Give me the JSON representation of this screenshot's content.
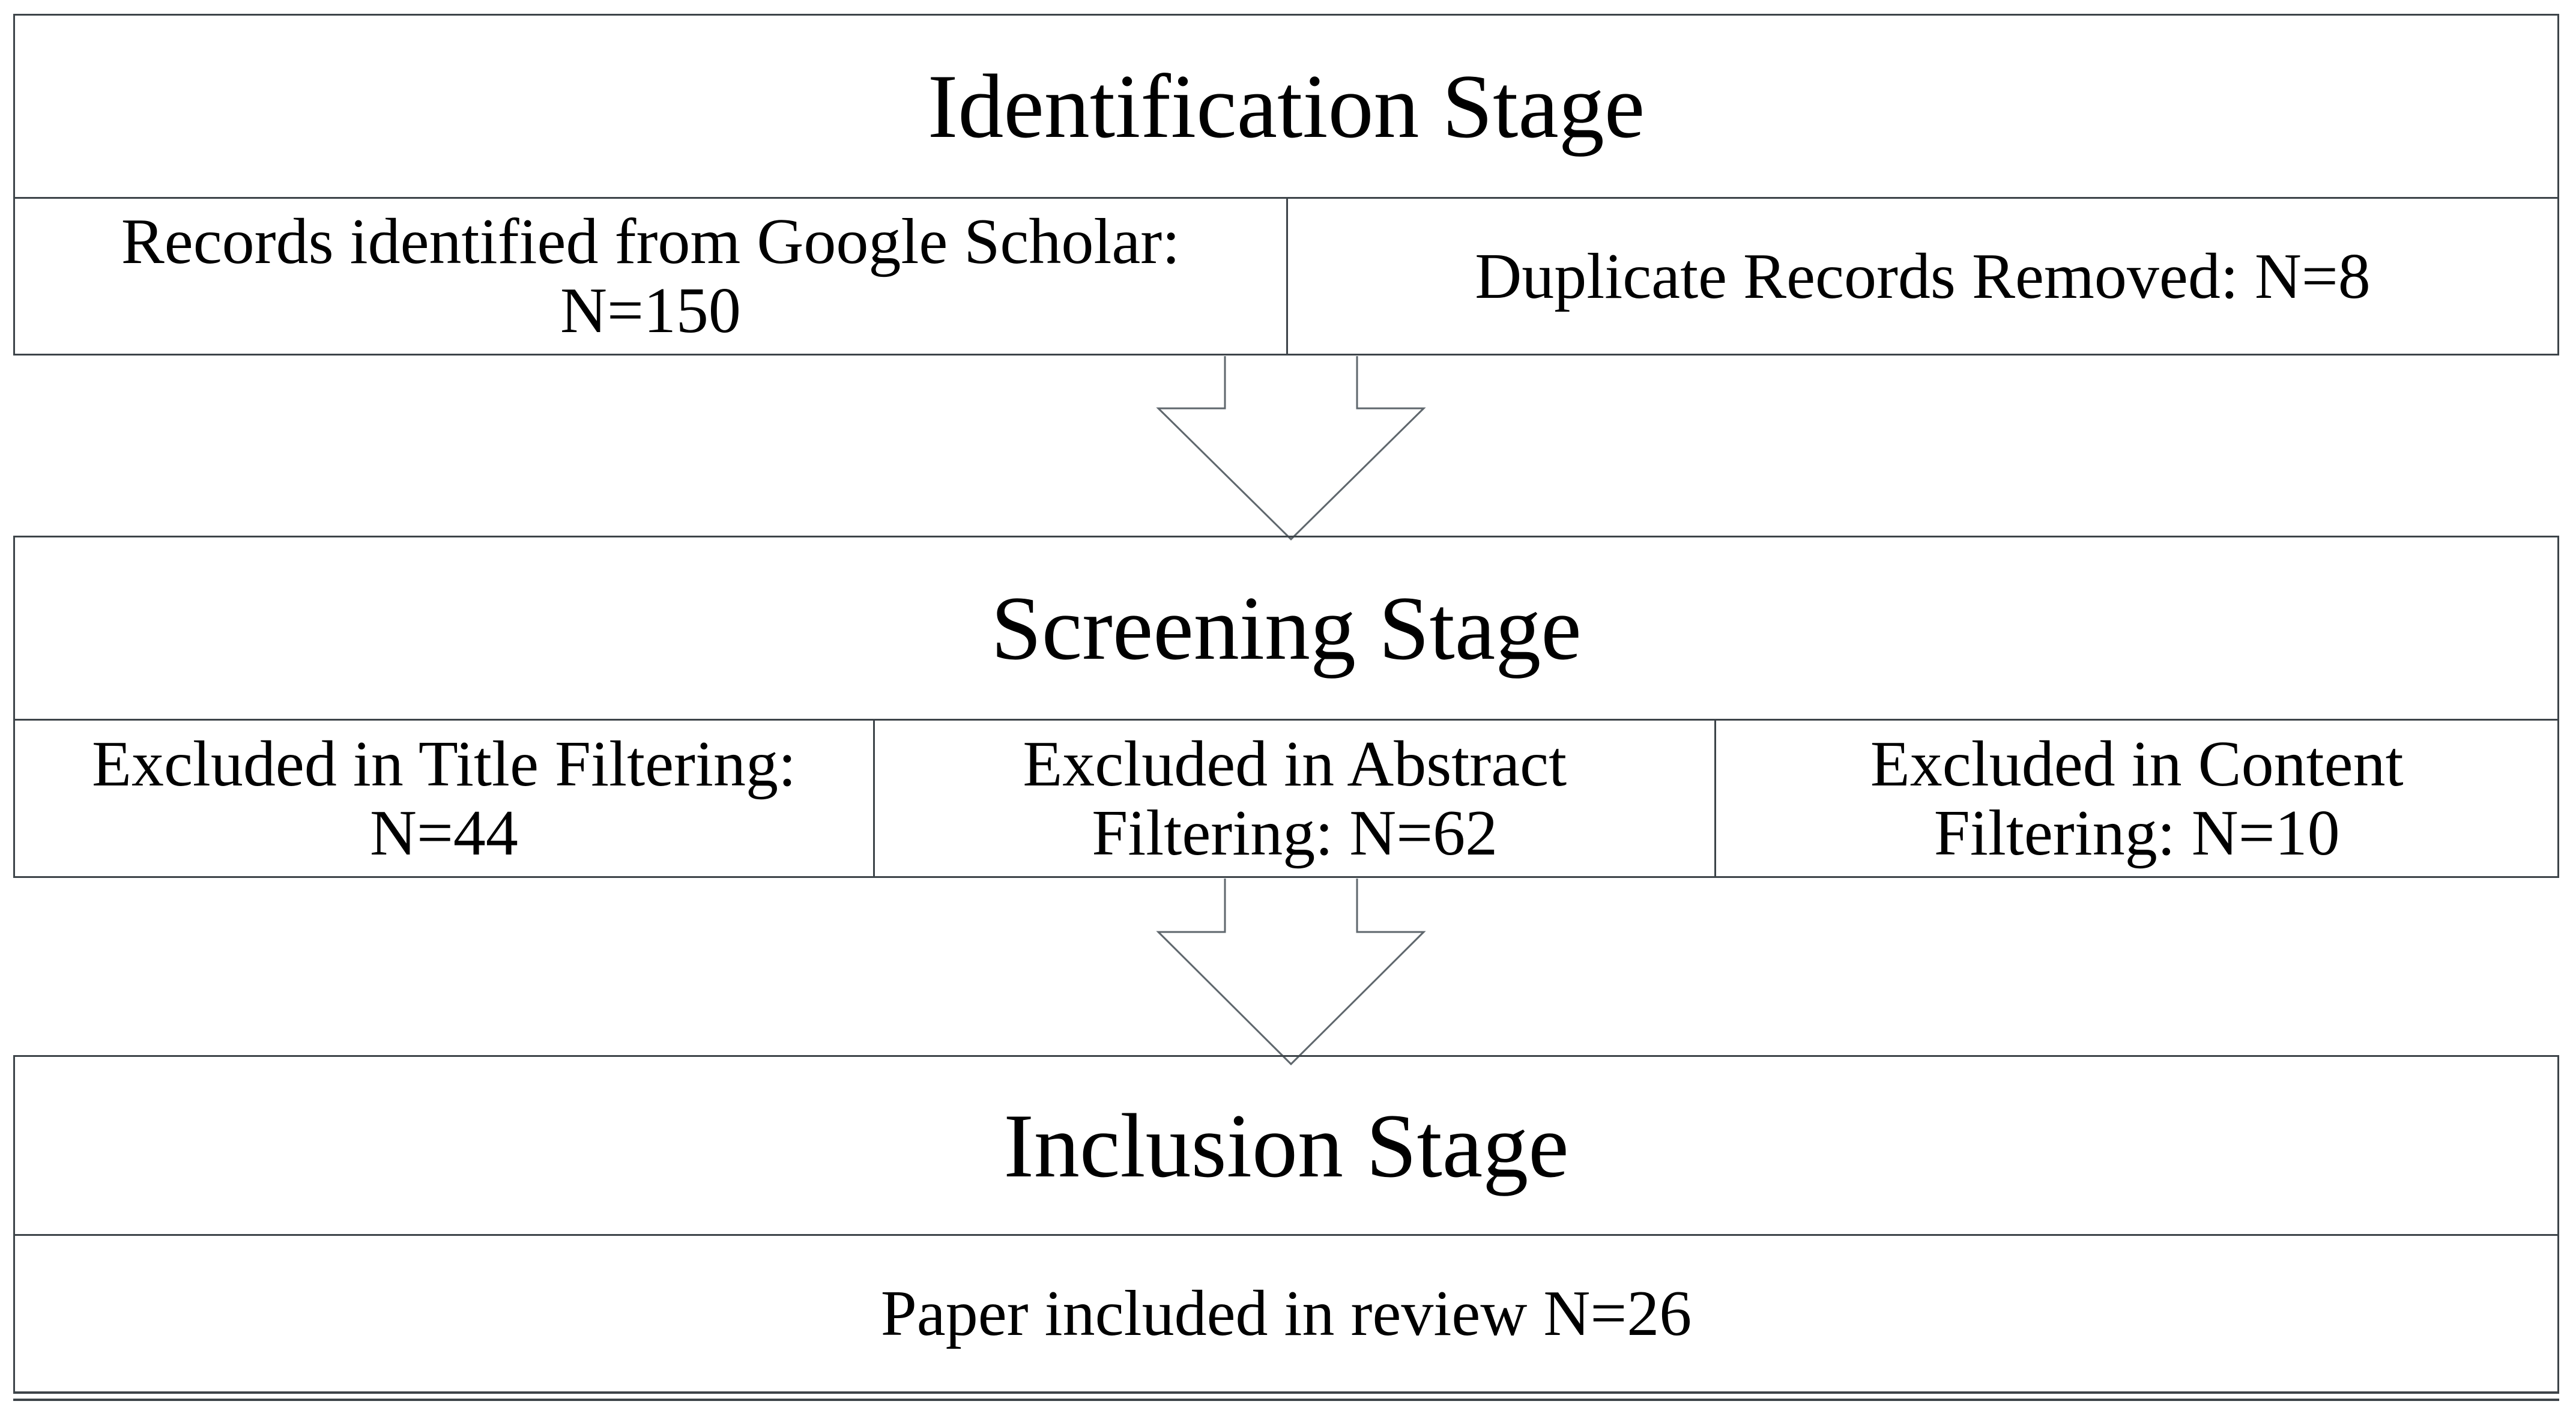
{
  "diagram": {
    "type": "systematic-review-flowchart",
    "colors": {
      "border": "#3d4449",
      "arrow_outline": "#5f676d",
      "text": "#000000",
      "background": "#ffffff"
    },
    "stages": [
      {
        "title": "Identification Stage",
        "cells": [
          "Records identified from Google Scholar:\nN=150",
          "Duplicate Records Removed: N=8"
        ]
      },
      {
        "title": "Screening Stage",
        "cells": [
          "Excluded in Title Filtering:\nN=44",
          "Excluded in Abstract\nFiltering: N=62",
          "Excluded in Content\nFiltering: N=10"
        ]
      },
      {
        "title": "Inclusion Stage",
        "cells": [
          "Paper included in review N=26"
        ]
      }
    ],
    "arrows": [
      {
        "icon": "down-block-arrow"
      },
      {
        "icon": "down-block-arrow"
      }
    ]
  }
}
